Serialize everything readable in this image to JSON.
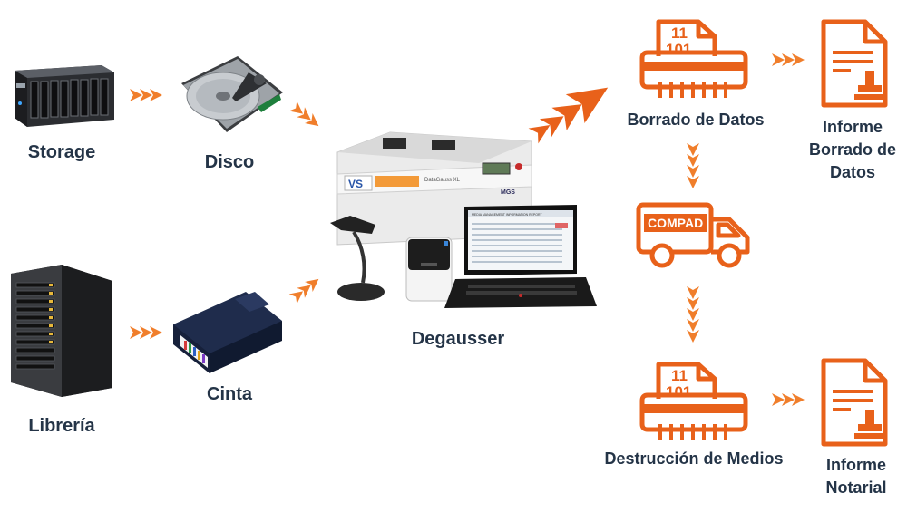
{
  "colors": {
    "accent": "#E8611A",
    "arrow": "#F07E2B",
    "label": "#243447"
  },
  "left_column": {
    "storage": "Storage",
    "disco": "Disco",
    "libreria": "Librería",
    "cinta": "Cinta"
  },
  "center": {
    "degausser": "Degausser",
    "device_brand": "VS",
    "device_model": "DataGauss XL",
    "device_logo": "MGS",
    "screen_title": "MEDIA MANAGEMENT INFORMATION REPORT"
  },
  "right_column": {
    "borrado": "Borrado de Datos",
    "informe_borrado": [
      "Informe",
      "Borrado de",
      "Datos"
    ],
    "truck_brand": "COMPAD",
    "destruccion": "Destrucción de Medios",
    "informe_notarial": [
      "Informe",
      "Notarial"
    ],
    "binary_top": "11",
    "binary_bottom": "101"
  },
  "icons": [
    "nas-storage-icon",
    "hard-disk-icon",
    "tower-server-icon",
    "tape-cartridge-icon",
    "shredder-icon",
    "document-seal-icon",
    "truck-icon"
  ]
}
